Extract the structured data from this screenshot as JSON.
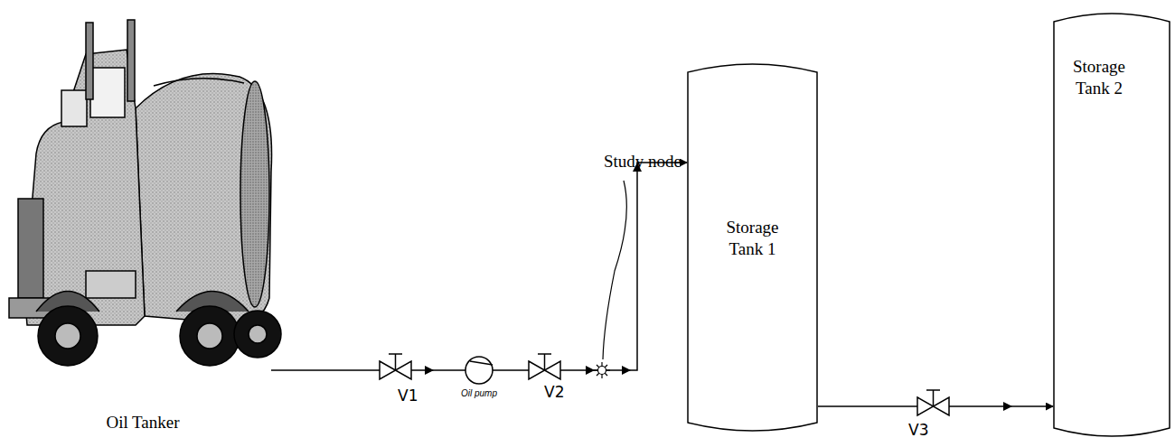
{
  "diagram": {
    "nodes": [
      {
        "text": [
          "Oil Tanker"
        ]
      },
      {
        "text": [
          "Storage Tank 1"
        ]
      },
      {
        "text": [
          "Storage Tank 2"
        ]
      }
    ],
    "edges": [
      {
        "from": 0,
        "to": 1,
        "arrow": "to"
      },
      {
        "from": 1,
        "to": 2,
        "arrow": "to"
      }
    ],
    "labels": [
      "V1",
      "Oil pump",
      "V2",
      "Study node",
      "V3"
    ]
  }
}
